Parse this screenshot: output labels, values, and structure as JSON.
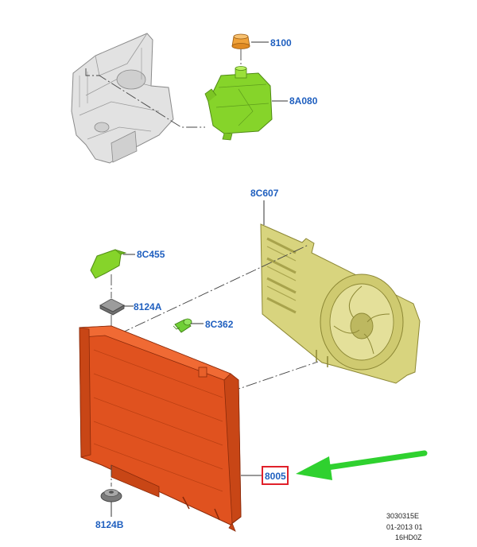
{
  "labels": {
    "cap": "8100",
    "reservoir": "8A080",
    "fan_shroud": "8C607",
    "upper_bracket": "8C455",
    "upper_insulator": "8124A",
    "drain_plug": "8C362",
    "radiator": "8005",
    "lower_insulator": "8124B"
  },
  "reference": {
    "line1": "3030315E",
    "line2": "01-2013 01",
    "line3": "16HD0Z"
  },
  "colors": {
    "label_blue": "#1f5fbf",
    "highlight_box": "#e0202a",
    "arrow_green": "#2fd12f",
    "radiator_orange": "#e0521f",
    "reservoir_green": "#86d42a",
    "shroud_khaki": "#d8d47e",
    "body_gray": "#d9d9d9",
    "cap_orange": "#f0a23a"
  }
}
